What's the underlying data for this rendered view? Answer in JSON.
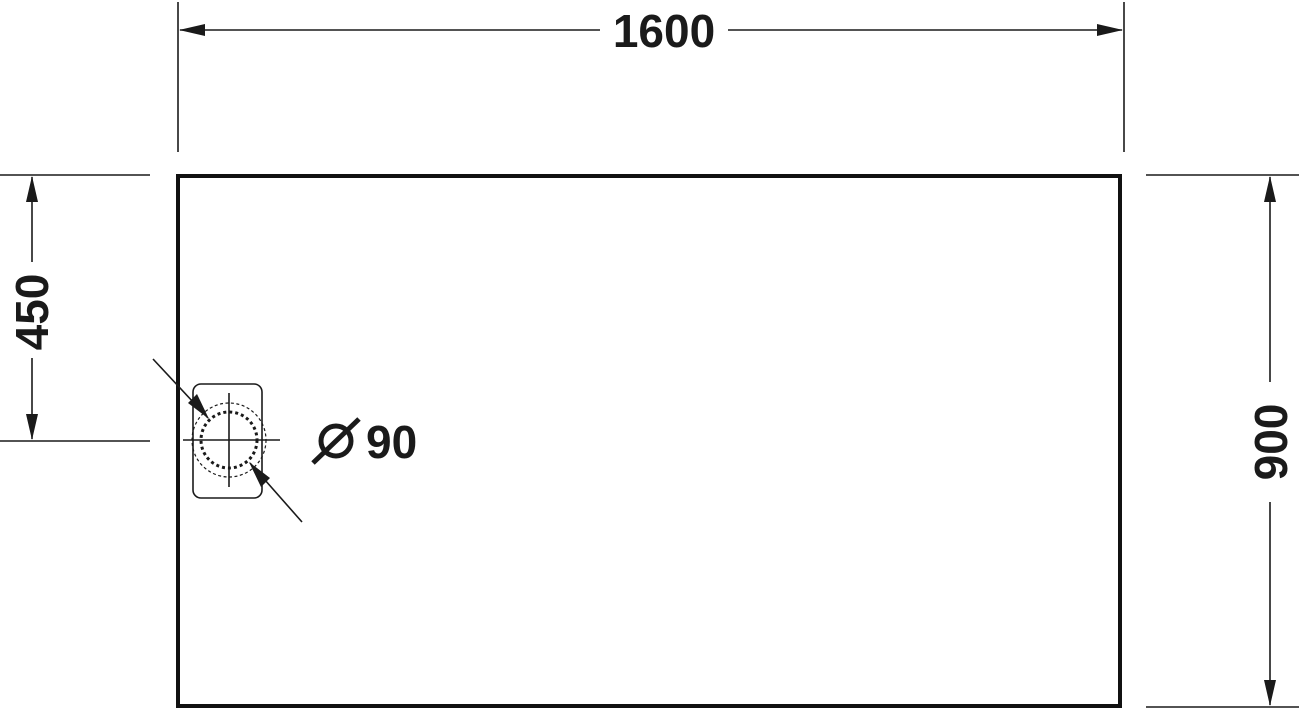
{
  "drawing": {
    "width_label": "1600",
    "height_label": "900",
    "drain_offset_label": "450",
    "drain_diameter_symbol": "Ø",
    "drain_diameter_label": "90"
  }
}
